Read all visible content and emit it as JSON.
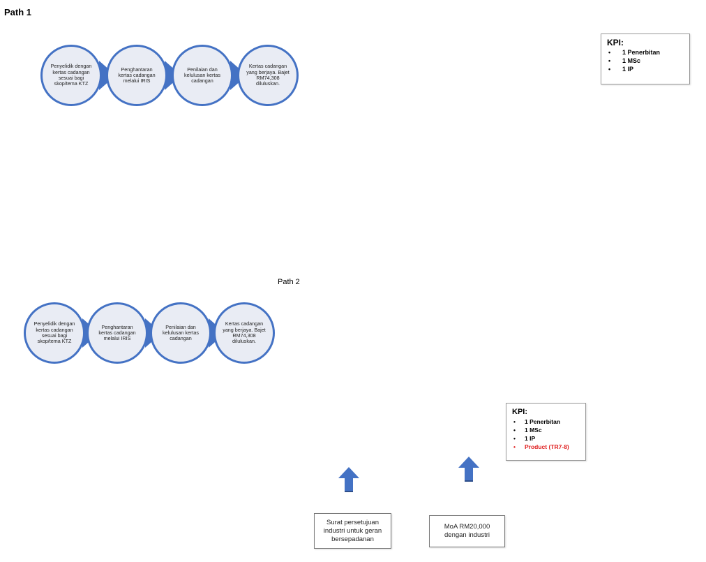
{
  "path1": {
    "title": "Path 1",
    "steps": [
      "Penyelidik dengan kertas cadangan sesuai bagi skop/tema KTZ",
      "Penghantaran kertas cadangan melalui IRIS",
      "Penilaian dan kelulusan kertas cadangan",
      "Kertas cadangan yang berjaya. Bajet RM74,308 diluluskan."
    ],
    "kpi": {
      "title": "KPI:",
      "bullet": "•",
      "items": [
        "1 Penerbitan",
        "1 MSc",
        "1 IP"
      ]
    }
  },
  "path2": {
    "title": "Path 2",
    "steps": [
      "Penyelidik dengan kertas cadangan sesuai bagi skop/tema KTZ",
      "Penghantaran kertas cadangan melalui IRIS",
      "Penilaian dan kelulusan kertas cadangan",
      "Kertas cadangan yang berjaya. Bajet RM74,308 diluluskan."
    ],
    "kpi": {
      "title": "KPI:",
      "bullet": "•",
      "items": [
        "1 Penerbitan",
        "1 MSc",
        "1 IP",
        "Product (TR7-8)"
      ]
    },
    "notes": [
      "Surat persetujuan industri untuk geran bersepadanan",
      "MoA RM20,000 dengan industri"
    ]
  },
  "colors": {
    "accent": "#4472c4",
    "circle_fill": "#e9ecf4",
    "highlight_red": "#e02020"
  },
  "icons": {
    "arrow": "up-arrow-icon"
  }
}
